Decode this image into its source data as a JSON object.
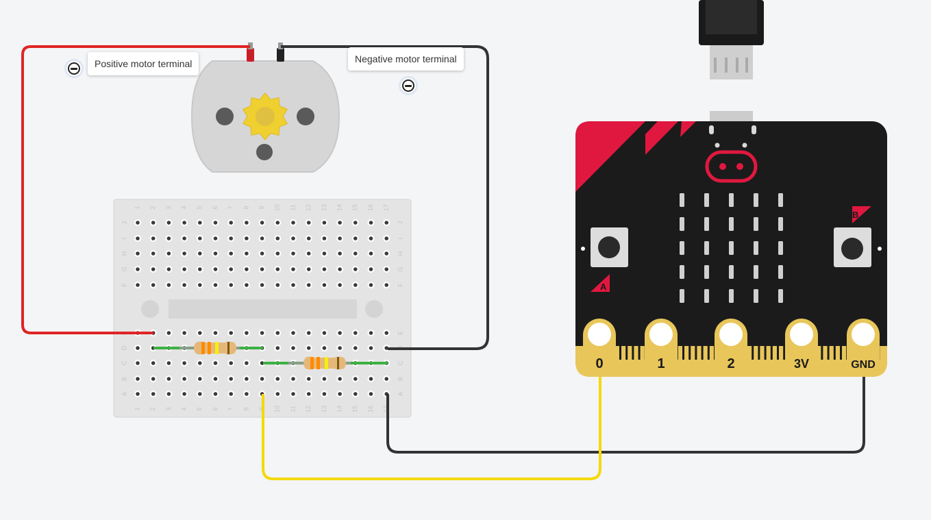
{
  "annotations": {
    "positive": {
      "label": "Positive motor terminal"
    },
    "negative": {
      "label": "Negative motor terminal"
    }
  },
  "microbit": {
    "pins": [
      "0",
      "1",
      "2",
      "3V",
      "GND"
    ],
    "button_a": "A",
    "button_b": "B"
  },
  "breadboard": {
    "rows_top": [
      "J",
      "I",
      "H",
      "G",
      "F"
    ],
    "rows_bottom": [
      "E",
      "D",
      "C",
      "B",
      "A"
    ],
    "columns": [
      "1",
      "2",
      "3",
      "4",
      "5",
      "6",
      "7",
      "8",
      "9",
      "10",
      "11",
      "12",
      "13",
      "14",
      "15",
      "16",
      "17"
    ]
  },
  "colors": {
    "background": "#f4f5f7",
    "wire_red": "#e02424",
    "wire_black": "#333333",
    "wire_yellow": "#f5d90a",
    "microbit_body": "#1b1b1b",
    "microbit_accent": "#e0183f",
    "microbit_gold": "#e8c65a",
    "motor_body": "#d6d6d6",
    "gear": "#f0d030",
    "lead_green": "#3cb043"
  }
}
